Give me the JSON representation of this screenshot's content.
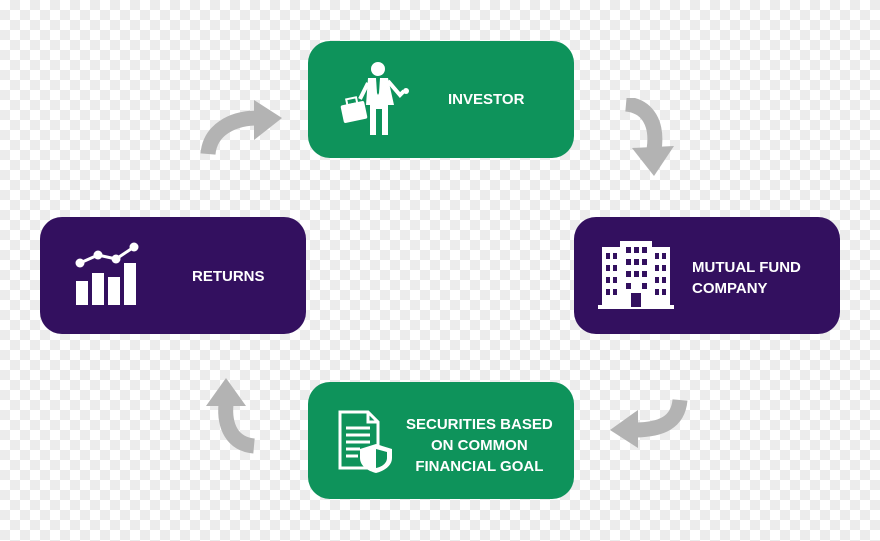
{
  "diagram": {
    "nodes": [
      {
        "id": "investor",
        "label": "INVESTOR",
        "color": "#0e935b",
        "icon": "businessman-briefcase-icon"
      },
      {
        "id": "mutual_fund_company",
        "label": "MUTUAL FUND\nCOMPANY",
        "color": "#33105f",
        "icon": "office-building-icon"
      },
      {
        "id": "securities",
        "label": "SECURITIES BASED\nON COMMON\nFINANCIAL GOAL",
        "color": "#0e935b",
        "icon": "document-shield-icon"
      },
      {
        "id": "returns",
        "label": "RETURNS",
        "color": "#33105f",
        "icon": "bar-chart-growth-icon"
      }
    ],
    "edges": [
      {
        "from": "investor",
        "to": "mutual_fund_company"
      },
      {
        "from": "mutual_fund_company",
        "to": "securities"
      },
      {
        "from": "securities",
        "to": "returns"
      },
      {
        "from": "returns",
        "to": "investor"
      }
    ],
    "arrow_color": "#b3b3b3"
  }
}
